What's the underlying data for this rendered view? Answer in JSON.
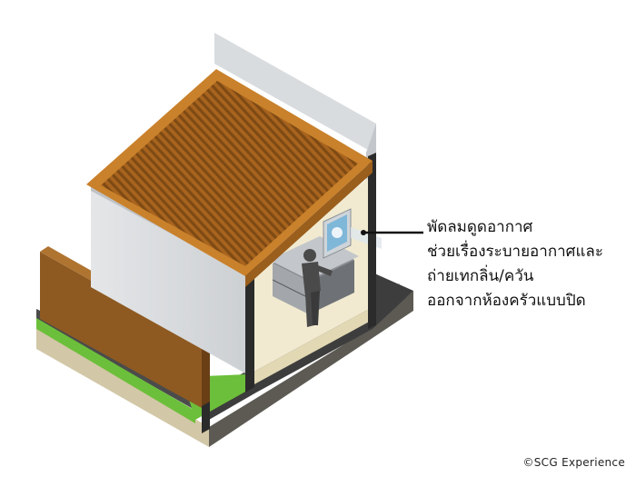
{
  "callout": {
    "lines": [
      "พัดลมดูดอากาศ",
      "ช่วยเรื่องระบายอากาศและ",
      "ถ่ายเทกลิ่น/ควัน",
      "ออกจากห้องครัวแบบปิด"
    ]
  },
  "copyright": "©SCG Experience",
  "icons": {
    "exhaust_fan": "exhaust-fan-icon",
    "person": "person-cooking-icon"
  },
  "colors": {
    "roof_frame": "#c9812b",
    "roof_slats": "#a8641e",
    "fence": "#8e5a22",
    "grass": "#6cbf3a",
    "wall": "#d7d9dc",
    "interior": "#f1ead0",
    "outline": "#2b2b2b"
  }
}
